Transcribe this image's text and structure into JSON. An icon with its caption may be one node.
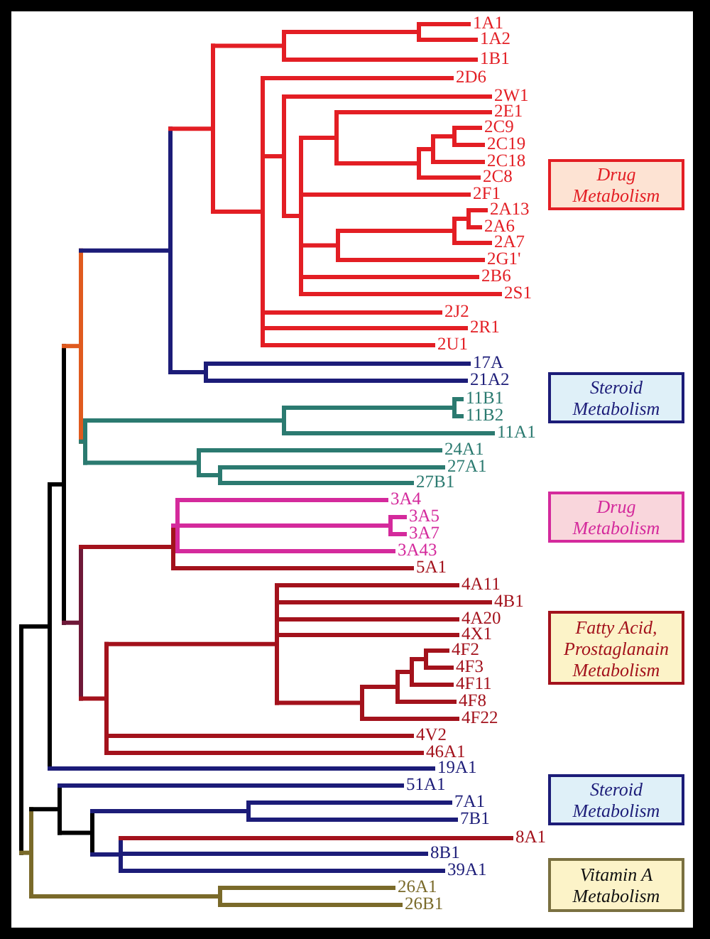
{
  "diagram": {
    "nodes": [
      {
        "text": [
          "Drug Metabolism"
        ]
      },
      {
        "text": [
          "Steroid Metabolism"
        ]
      },
      {
        "text": [
          "Drug Metabolism"
        ]
      },
      {
        "text": [
          "Fatty Acid, Prostaglanain Metabolism"
        ]
      },
      {
        "text": [
          "Steroid Metabolism"
        ]
      },
      {
        "text": [
          "Vitamin A Metabolism"
        ]
      }
    ],
    "labels": [
      "1A1",
      "1A2",
      "1B1",
      "2D6",
      "2W1",
      "2E1",
      "2C9",
      "2C19",
      "2C18",
      "2C8",
      "2F1",
      "2A13",
      "2A6",
      "2A7",
      "2G1'",
      "2B6",
      "2S1",
      "2J2",
      "2R1",
      "2U1",
      "17A",
      "21A2",
      "11B1",
      "11B2",
      "11A1",
      "24A1",
      "27A1",
      "27B1",
      "3A4",
      "3A5",
      "3A7",
      "3A43",
      "5A1",
      "4A11",
      "4B1",
      "4A20",
      "4X1",
      "4F2",
      "4F3",
      "4F11",
      "4F8",
      "4F22",
      "4V2",
      "46A1",
      "19A1",
      "51A1",
      "7A1",
      "7B1",
      "8A1",
      "8B1",
      "39A1",
      "26A1",
      "26B1"
    ]
  }
}
